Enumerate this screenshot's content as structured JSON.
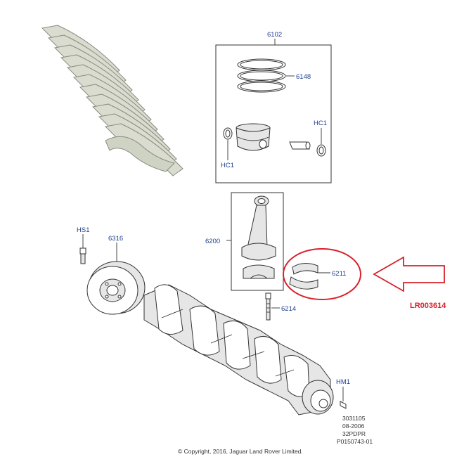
{
  "callouts": {
    "piston_assembly": "6102",
    "piston_rings": "6148",
    "circlip_right": "HC1",
    "circlip_left": "HC1",
    "connecting_rod": "6200",
    "rod_bearing": "6211",
    "rod_bolt": "6214",
    "pulley_bolt": "HS1",
    "pulley": "6316",
    "crank_key": "HM1"
  },
  "highlight_part_number": "LR003614",
  "meta": {
    "line1": "3031105",
    "line2": "08-2006",
    "line3": "32PDPR",
    "line4": "P0150743-01"
  },
  "copyright": "© Copyright, 2016, Jaguar Land Rover Limited.",
  "colors": {
    "highlight": "#d8202a",
    "callout_text": "#1f3f8f",
    "bearing_shell": "#d9dccf"
  }
}
